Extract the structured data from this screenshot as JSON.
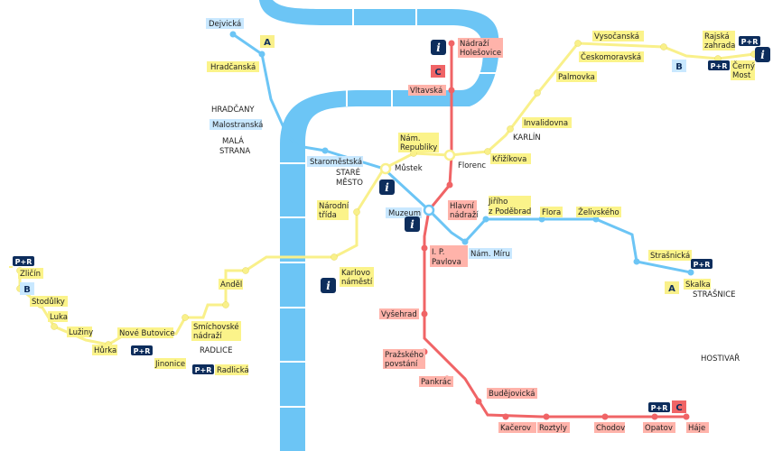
{
  "colors": {
    "river": "#6cc5f5",
    "line_a": "#6cc5f5",
    "line_b": "#f9f08a",
    "line_c": "#f06466",
    "badge": "#0d2d5c"
  },
  "line_letters": {
    "a": "A",
    "b": "B",
    "c": "C"
  },
  "pr_label": "P+R",
  "info_symbol": "i",
  "stations": {
    "dejvicka": "Dejvická",
    "hradcanska": "Hradčanská",
    "malostranska": "Malostranská",
    "staromestska": "Staroměstská",
    "mustek": "Můstek",
    "muzeum": "Muzeum",
    "nam_miru": "Nám. Míru",
    "jiriho_1": "Jiřího",
    "jiriho_2": "z Poděbrad",
    "flora": "Flora",
    "zelivskeho": "Želivského",
    "strasnicka": "Strašnická",
    "skalka": "Skalka",
    "zlicin": "Zličín",
    "stodulky": "Stodůlky",
    "luka": "Luka",
    "luziny": "Lužiny",
    "hurka": "Hůrka",
    "nove_butovice": "Nové Butovice",
    "jinonice": "Jinonice",
    "radlicka": "Radlická",
    "smichovske_1": "Smíchovské",
    "smichovske_2": "nádraží",
    "andel": "Anděl",
    "karlovo_1": "Karlovo",
    "karlovo_2": "náměstí",
    "narodni_1": "Národní",
    "narodni_2": "třída",
    "nam_republiky_1": "Nám.",
    "nam_republiky_2": "Republiky",
    "florenc": "Florenc",
    "krizikova": "Křižíkova",
    "invalidovna": "Invalidovna",
    "palmovka": "Palmovka",
    "ceskomoravska": "Českomoravská",
    "vysocanska": "Vysočanská",
    "rajska_1": "Rajská",
    "rajska_2": "zahrada",
    "cerny_1": "Černý",
    "cerny_2": "Most",
    "holesovice_1": "Nádraží",
    "holesovice_2": "Holešovice",
    "vltavska": "Vltavská",
    "hlavni_1": "Hlavní",
    "hlavni_2": "nádraží",
    "ip_1": "I. P.",
    "ip_2": "Pavlova",
    "vysehrad": "Vyšehrad",
    "prazskeho_1": "Pražského",
    "prazskeho_2": "povstání",
    "pankrac": "Pankrác",
    "budejovicka": "Budějovická",
    "kacerov": "Kačerov",
    "roztyly": "Roztyly",
    "chodov": "Chodov",
    "opatov": "Opatov",
    "haje": "Háje"
  },
  "districts": {
    "hradcany": "HRADČANY",
    "mala_1": "MALÁ",
    "mala_2": "STRANA",
    "stare_1": "STARÉ",
    "stare_2": "MĚSTO",
    "karlin": "KARLÍN",
    "radlice": "RADLICE",
    "strasnice": "STRAŠNICE",
    "hostivar": "HOSTIVAŘ"
  }
}
